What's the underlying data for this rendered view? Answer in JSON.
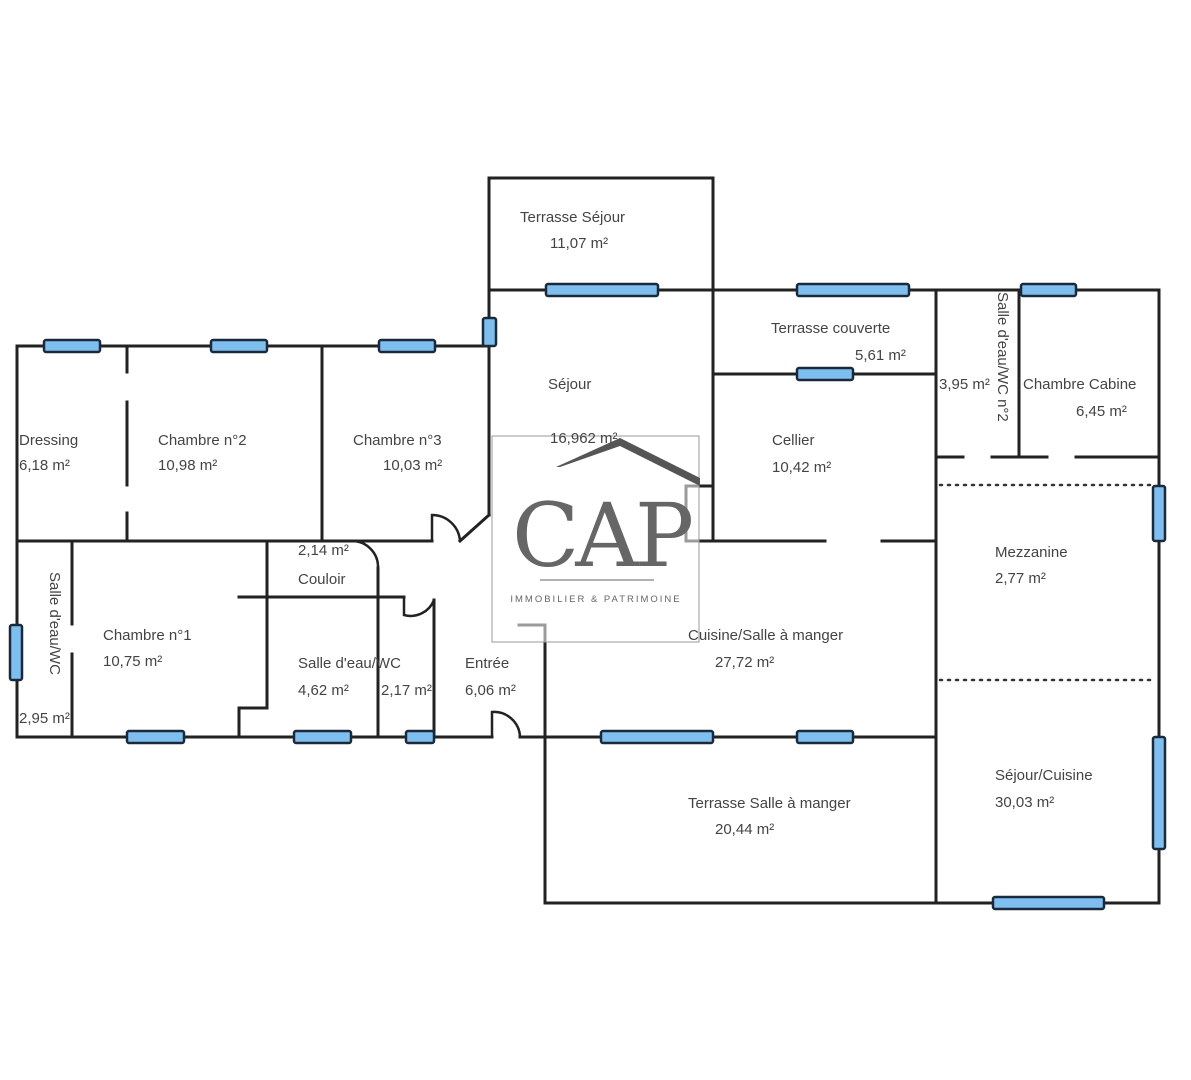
{
  "plan": {
    "title": "Floor plan",
    "area_unit": "m²",
    "colors": {
      "wall": "#222222",
      "window_fill": "#7fbfef",
      "window_stroke": "#1b2a3a",
      "label": "#444444",
      "logo": "#666666"
    },
    "rooms": [
      {
        "id": "terrasse-sejour",
        "name": "Terrasse Séjour",
        "area": "11,07  m²"
      },
      {
        "id": "sejour",
        "name": "Séjour",
        "area": "16,962  m²"
      },
      {
        "id": "terrasse-couverte",
        "name": "Terrasse couverte",
        "area": "5,61  m²"
      },
      {
        "id": "salle-eau-wc-2",
        "name": "Salle d'eau/WC n°2",
        "area": "3,95  m²"
      },
      {
        "id": "chambre-cabine",
        "name": "Chambre Cabine",
        "area": "6,45  m²"
      },
      {
        "id": "dressing",
        "name": "Dressing",
        "area": "6,18  m²"
      },
      {
        "id": "chambre-2",
        "name": "Chambre n°2",
        "area": "10,98  m²"
      },
      {
        "id": "chambre-3",
        "name": "Chambre n°3",
        "area": "10,03  m²"
      },
      {
        "id": "cellier",
        "name": "Cellier",
        "area": "10,42  m²"
      },
      {
        "id": "couloir",
        "name": "Couloir",
        "area": "2,14  m²"
      },
      {
        "id": "mezzanine",
        "name": "Mezzanine",
        "area": "2,77  m²"
      },
      {
        "id": "salle-eau-wc-left",
        "name": "Salle d'eau/WC",
        "area": "2,95  m²"
      },
      {
        "id": "chambre-1",
        "name": "Chambre n°1",
        "area": "10,75  m²"
      },
      {
        "id": "salle-eau-wc",
        "name": "Salle d'eau/WC",
        "area": "4,62  m²"
      },
      {
        "id": "wc",
        "name": "",
        "area": "2,17  m²"
      },
      {
        "id": "entree",
        "name": "Entrée",
        "area": "6,06  m²"
      },
      {
        "id": "cuisine-salle-manger",
        "name": "Cuisine/Salle à manger",
        "area": "27,72  m²"
      },
      {
        "id": "terrasse-salle-manger",
        "name": "Terrasse Salle à manger",
        "area": "20,44  m²"
      },
      {
        "id": "sejour-cuisine",
        "name": "Séjour/Cuisine",
        "area": "30,03  m²"
      }
    ]
  },
  "watermark": {
    "logo": "CAP",
    "tagline": "IMMOBILIER & PATRIMOINE"
  }
}
